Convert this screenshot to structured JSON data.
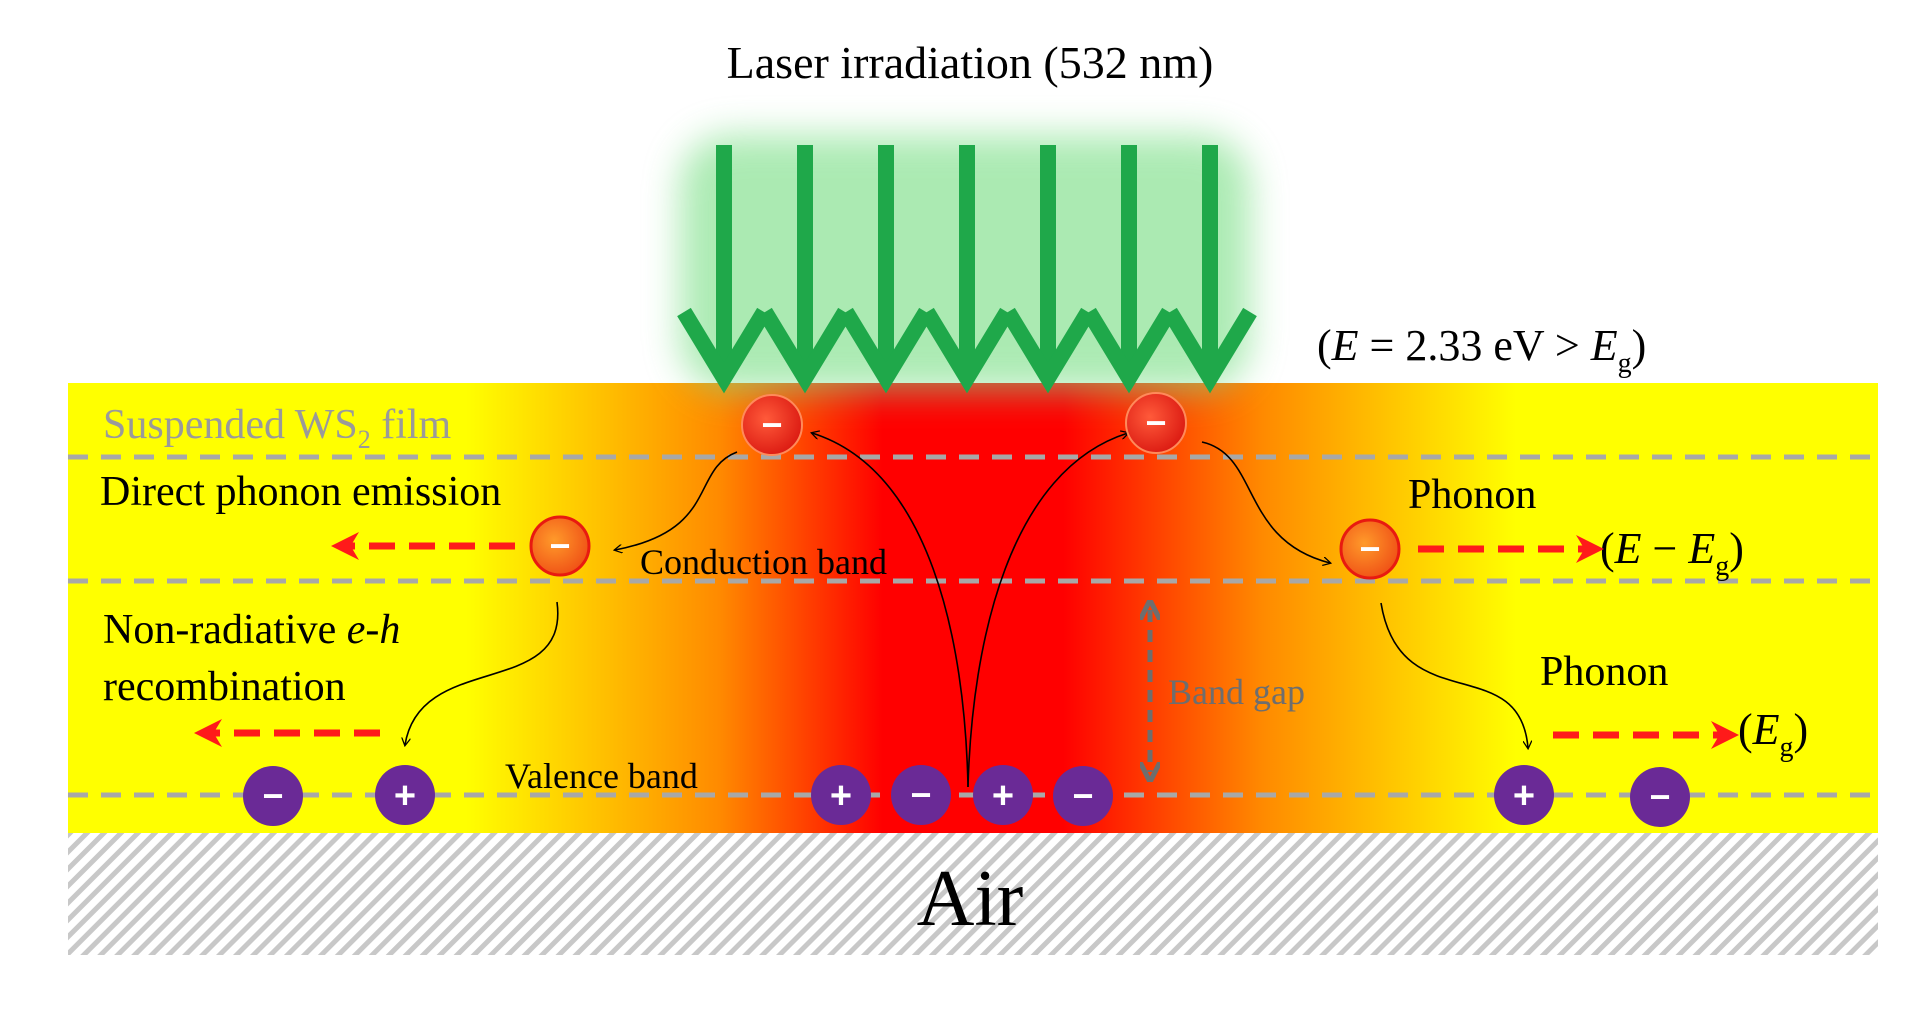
{
  "colors": {
    "film_edge": "#ffff00",
    "film_mid": "#ff8a00",
    "film_center": "#ff0000",
    "laser": "#1fa84a",
    "laser_glow": "#7fe08a",
    "electron": "#e8231c",
    "electron_hot": "#f26a1b",
    "valence_particle": "#6a2a96",
    "phonon_arrow": "#ff1a1a",
    "dashed_line": "#a8a8a8"
  },
  "labels": {
    "laser_title": "Laser irradiation (532 nm)",
    "energy_condition": {
      "open": "(",
      "E": "E",
      "middle": " = 2.33 eV > ",
      "Eg_main": "E",
      "Eg_sub": "g",
      "close": ")"
    },
    "film": {
      "prefix": "Suspended WS",
      "sub": "2",
      "suffix": " film"
    },
    "direct_phonon": "Direct phonon emission",
    "nonradiative_line1_a": "Non-radiative ",
    "nonradiative_line1_b": "e-h",
    "nonradiative_line2": "recombination",
    "conduction_band": "Conduction band",
    "valence_band": "Valence band",
    "band_gap": "Band gap",
    "phonon_1": "Phonon",
    "phonon_2": "Phonon",
    "energy_1": {
      "open": "(",
      "E": "E",
      "minus": " − ",
      "Eg_main": "E",
      "Eg_sub": "g",
      "close": ")"
    },
    "energy_2": {
      "open": "(",
      "Eg_main": "E",
      "Eg_sub": "g",
      "close": ")"
    },
    "air": "Air"
  },
  "signs": {
    "minus": "−",
    "plus": "+"
  }
}
